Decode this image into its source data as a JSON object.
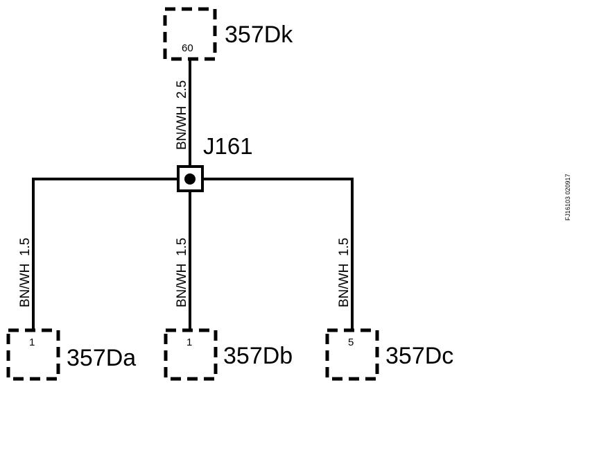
{
  "connectors": {
    "dk": {
      "name": "357Dk",
      "pin": "60"
    },
    "da": {
      "name": "357Da",
      "pin": "1"
    },
    "db": {
      "name": "357Db",
      "pin": "1"
    },
    "dc": {
      "name": "357Dc",
      "pin": "5"
    }
  },
  "splice": {
    "name": "J161"
  },
  "wires": {
    "top": "BN/WH  2.5",
    "left": "BN/WH  1.5",
    "middle": "BN/WH  1.5",
    "right": "BN/WH  1.5"
  },
  "reference": "FJ16103 020917"
}
